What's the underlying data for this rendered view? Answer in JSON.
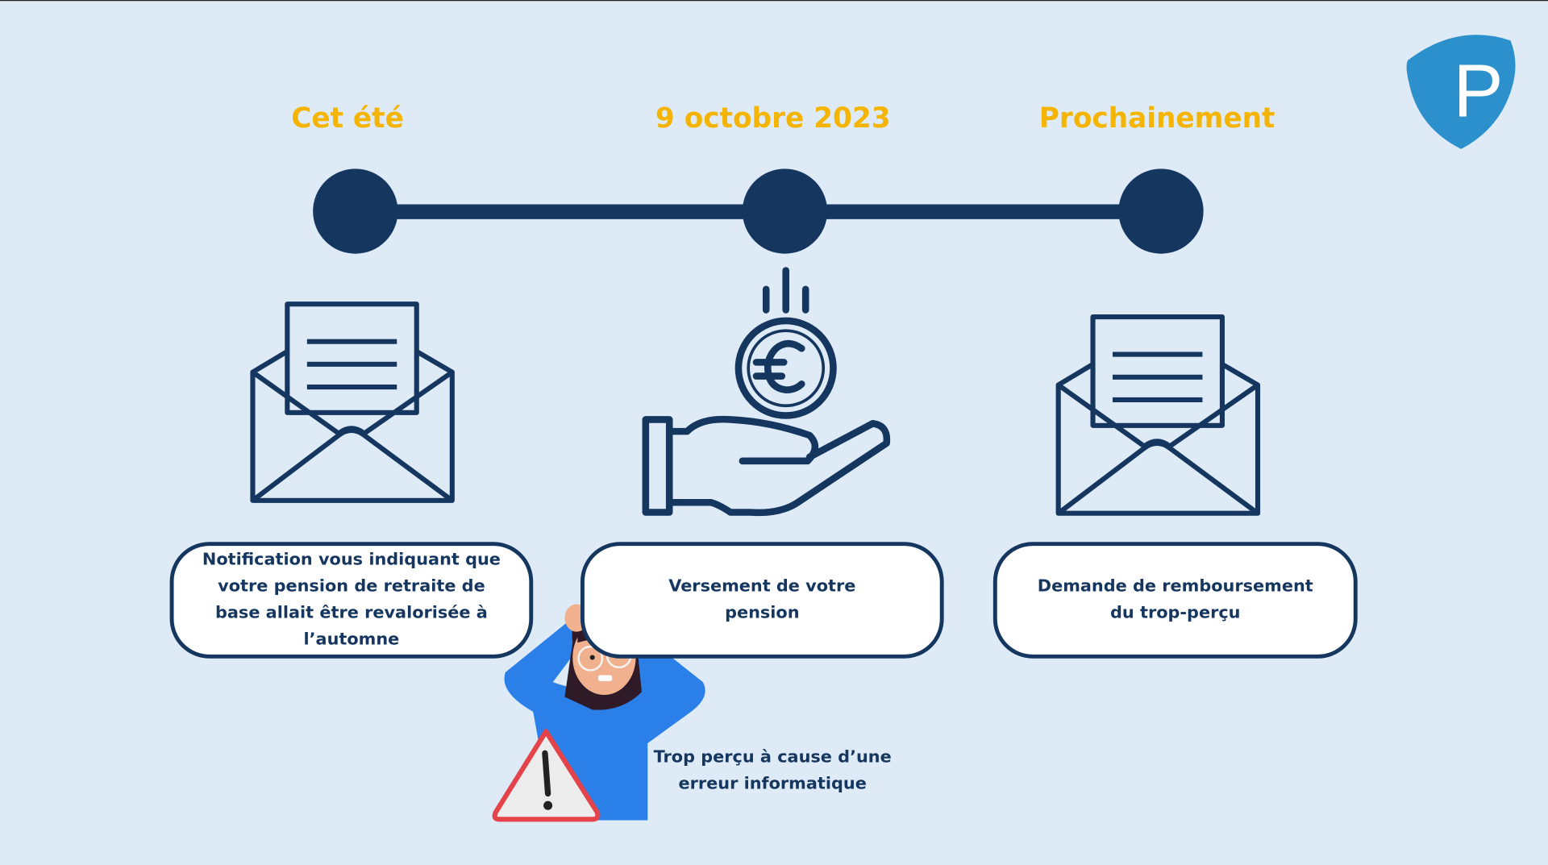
{
  "timeline": [
    {
      "date": "Cet été",
      "description": "Notification vous indiquant que votre pension de retraite de base allait être revalorisée à l’automne",
      "icon": "open-envelope-icon"
    },
    {
      "date": "9 octobre 2023",
      "description": "Versement de votre pension",
      "icon": "hand-euro-coin-icon"
    },
    {
      "date": "Prochainement",
      "description": "Demande de remboursement du trop-perçu",
      "icon": "open-envelope-icon"
    }
  ],
  "warning": {
    "caption": "Trop perçu à cause d’une erreur informatique",
    "icon": "warning-triangle-icon"
  },
  "logo": {
    "letter": "P"
  },
  "colors": {
    "background": "#deebf6",
    "navy": "#15365f",
    "accent": "#f5b400",
    "logo": "#2b90cc"
  }
}
